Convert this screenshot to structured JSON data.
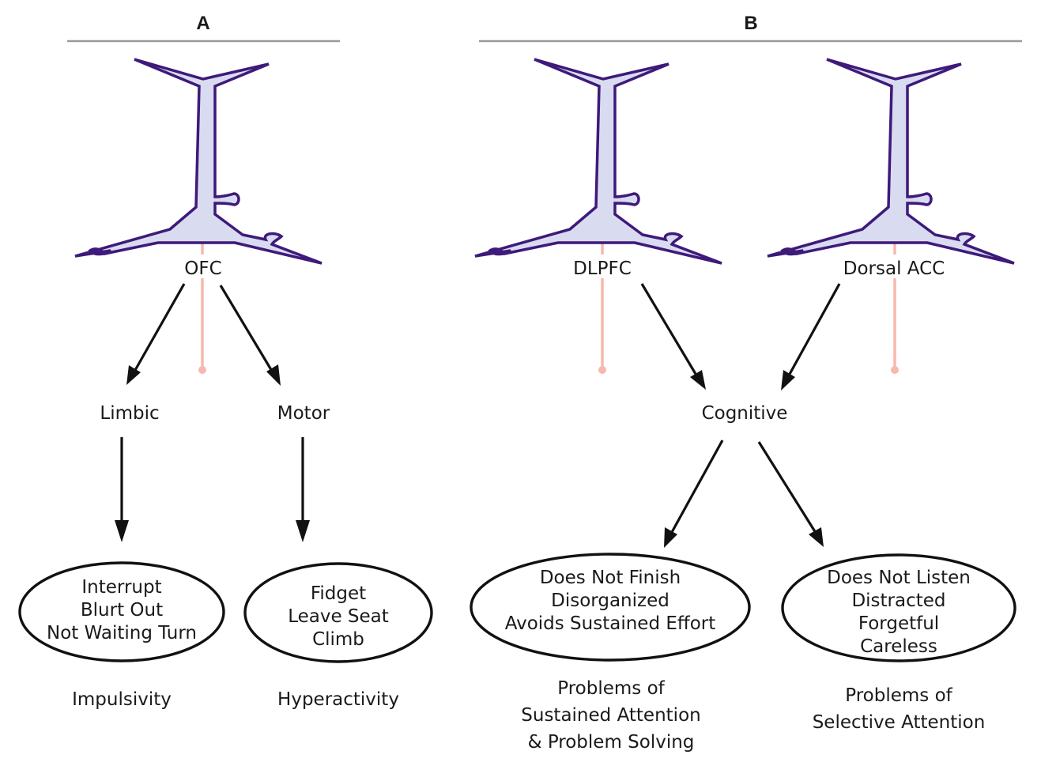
{
  "panels": {
    "a": {
      "label": "A"
    },
    "b": {
      "label": "B"
    }
  },
  "colors": {
    "neuron_fill": "#d9dcf0",
    "neuron_stroke": "#3e1a7a",
    "axon": "#f7b8ad",
    "arrow": "#111111",
    "rule": "#9a9a9a"
  },
  "neurons": [
    {
      "id": "ofc",
      "label": "OFC"
    },
    {
      "id": "dlpfc",
      "label": "DLPFC"
    },
    {
      "id": "dorsal-acc",
      "label": "Dorsal ACC"
    }
  ],
  "circuits": [
    {
      "id": "limbic",
      "label": "Limbic"
    },
    {
      "id": "motor",
      "label": "Motor"
    },
    {
      "id": "cognitive",
      "label": "Cognitive"
    }
  ],
  "symptom_groups": [
    {
      "id": "impulsivity",
      "symptoms": [
        "Interrupt",
        "Blurt Out",
        "Not Waiting Turn"
      ],
      "caption": [
        "Impulsivity"
      ]
    },
    {
      "id": "hyperactivity",
      "symptoms": [
        "Fidget",
        "Leave Seat",
        "Climb"
      ],
      "caption": [
        "Hyperactivity"
      ]
    },
    {
      "id": "sustained-attention",
      "symptoms": [
        "Does Not Finish",
        "Disorganized",
        "Avoids Sustained Effort"
      ],
      "caption": [
        "Problems of",
        "Sustained Attention",
        "& Problem Solving"
      ]
    },
    {
      "id": "selective-attention",
      "symptoms": [
        "Does Not Listen",
        "Distracted",
        "Forgetful",
        "Careless"
      ],
      "caption": [
        "Problems of",
        "Selective Attention"
      ]
    }
  ],
  "connections": [
    {
      "from": "OFC",
      "to": "Limbic"
    },
    {
      "from": "OFC",
      "to": "Motor"
    },
    {
      "from": "Limbic",
      "to": "Impulsivity"
    },
    {
      "from": "Motor",
      "to": "Hyperactivity"
    },
    {
      "from": "DLPFC",
      "to": "Cognitive"
    },
    {
      "from": "Dorsal ACC",
      "to": "Cognitive"
    },
    {
      "from": "Cognitive",
      "to": "Problems of Sustained Attention & Problem Solving"
    },
    {
      "from": "Cognitive",
      "to": "Problems of Selective Attention"
    }
  ]
}
